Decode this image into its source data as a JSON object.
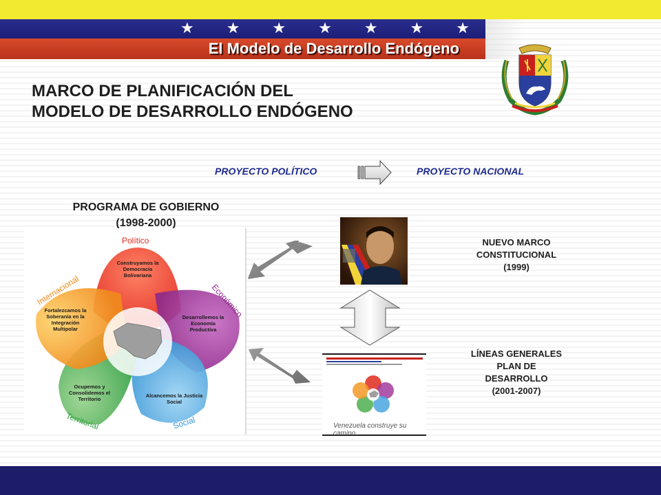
{
  "header": {
    "title": "El Modelo de Desarrollo Endógeno",
    "stars": [
      "★",
      "★",
      "★",
      "★",
      "★",
      "★",
      "★"
    ],
    "colors": {
      "yellow": "#f2ea2e",
      "blue": "#1c1f78",
      "red": "#c83a22"
    }
  },
  "main_title": {
    "line1": "MARCO DE PLANIFICACIÓN DEL",
    "line2": "MODELO DE DESARROLLO ENDÓGENO"
  },
  "proyecto": {
    "left": "PROYECTO POLÍTICO",
    "right": "PROYECTO NACIONAL",
    "arrow_icon": "right-arrow-icon"
  },
  "programa": {
    "title_line1": "PROGRAMA DE GOBIERNO",
    "title_line2": "(1998-2000)"
  },
  "flower": {
    "petals": [
      {
        "label": "Político",
        "text_lines": [
          "Construyamos la",
          "Democracia",
          "Bolivariana"
        ],
        "color": "#e8352a"
      },
      {
        "label": "Económico",
        "text_lines": [
          "Desarrollemos la",
          "Economía",
          "Productiva"
        ],
        "color": "#a23b9c"
      },
      {
        "label": "Social",
        "text_lines": [
          "Alcancemos la Justicia",
          "Social"
        ],
        "color": "#4aa6e0"
      },
      {
        "label": "Territorial",
        "text_lines": [
          "Ocupemos y",
          "Consolidemos el",
          "Territorio"
        ],
        "color": "#4caf50"
      },
      {
        "label": "Internacional",
        "text_lines": [
          "Fortalezcamos la",
          "Soberanía en la",
          "Integración",
          "Multipolar"
        ],
        "color": "#f39a26"
      }
    ]
  },
  "nuevo_marco": {
    "line1": "NUEVO MARCO",
    "line2": "CONSTITUCIONAL",
    "line3": "(1999)"
  },
  "lineas": {
    "line1": "LÍNEAS GENERALES",
    "line2": "PLAN DE",
    "line3": "DESARROLLO",
    "line4": "(2001-2007)"
  },
  "plan_cover": {
    "caption": "Venezuela construye su camino."
  },
  "footer": {
    "color": "#1c1c6a"
  }
}
